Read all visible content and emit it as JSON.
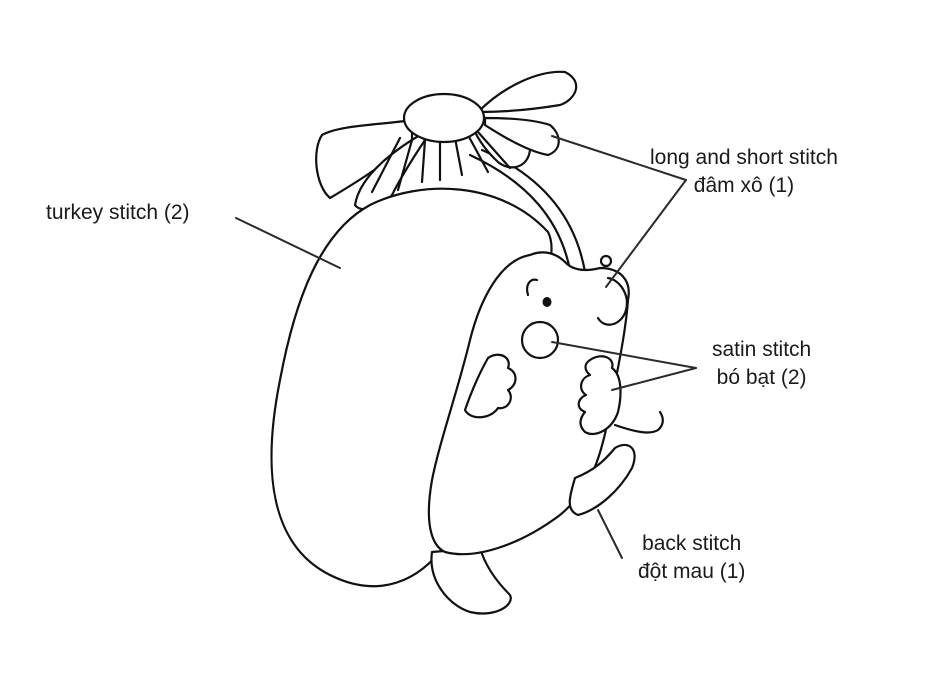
{
  "labels": {
    "long_short": {
      "line1": "long and short stitch",
      "line2": "đâm xô (1)"
    },
    "turkey": {
      "line1": "turkey stitch (2)"
    },
    "satin": {
      "line1": "satin stitch",
      "line2": "bó bạt (2)"
    },
    "back": {
      "line1": "back stitch",
      "line2": "đột mau (1)"
    }
  }
}
